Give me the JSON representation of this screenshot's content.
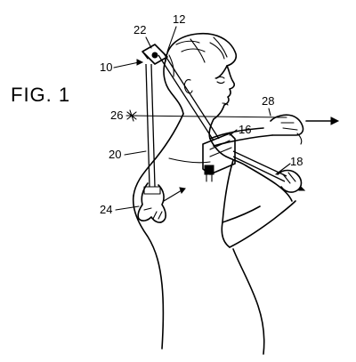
{
  "figure_label": "FIG. 1",
  "reference_numerals": {
    "n10": "10",
    "n12": "12",
    "n16": "16",
    "n18": "18",
    "n20": "20",
    "n22": "22",
    "n24": "24",
    "n26": "26",
    "n28": "28"
  },
  "colors": {
    "ink": "#000000",
    "paper": "#ffffff"
  }
}
